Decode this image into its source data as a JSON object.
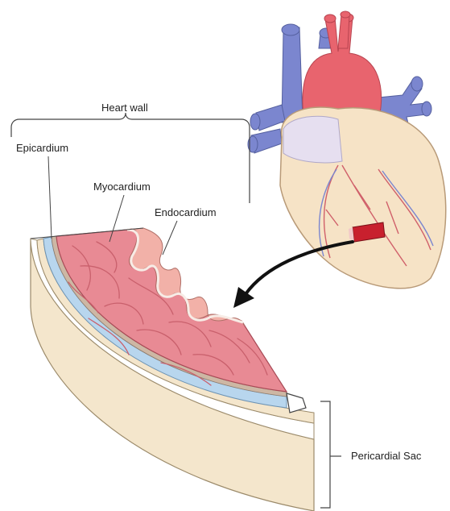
{
  "labels": {
    "heart_wall": "Heart wall",
    "epicardium": "Epicardium",
    "myocardium": "Myocardium",
    "endocardium": "Endocardium",
    "pericardial_sac": "Pericardial Sac"
  },
  "colors": {
    "myocardium": "#e88a94",
    "myocardium_dark": "#c9606c",
    "endocardium": "#f2b1a8",
    "epicardium": "#b8d6ee",
    "pericardium": "#f4e6cc",
    "vein_blue": "#7b86cf",
    "aorta_red": "#e8646e",
    "heart_body": "#f6e3c6",
    "bracket": "#444444"
  }
}
